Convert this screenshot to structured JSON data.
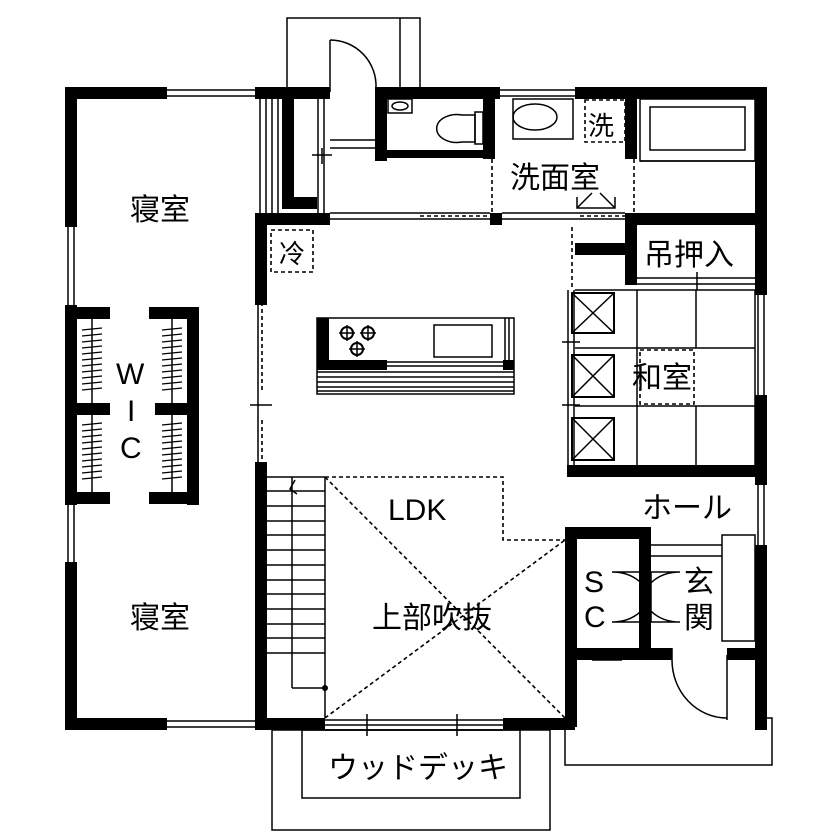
{
  "plan": {
    "type": "floor-plan",
    "rooms": {
      "bedroom_top": "寝室",
      "bedroom_bottom": "寝室",
      "wic_w": "W",
      "wic_i": "I",
      "wic_c": "C",
      "fridge": "冷",
      "washing_machine": "洗",
      "washroom": "洗面室",
      "hanging_closet": "吊押入",
      "japanese_room": "和室",
      "ldk": "LDK",
      "hall": "ホール",
      "stairwell_void": "上部吹抜",
      "shoe_closet_s": "S",
      "shoe_closet_c": "C",
      "entrance_1": "玄",
      "entrance_2": "関",
      "wood_deck": "ウッドデッキ"
    },
    "colors": {
      "wall": "#000000",
      "background": "#ffffff"
    }
  }
}
